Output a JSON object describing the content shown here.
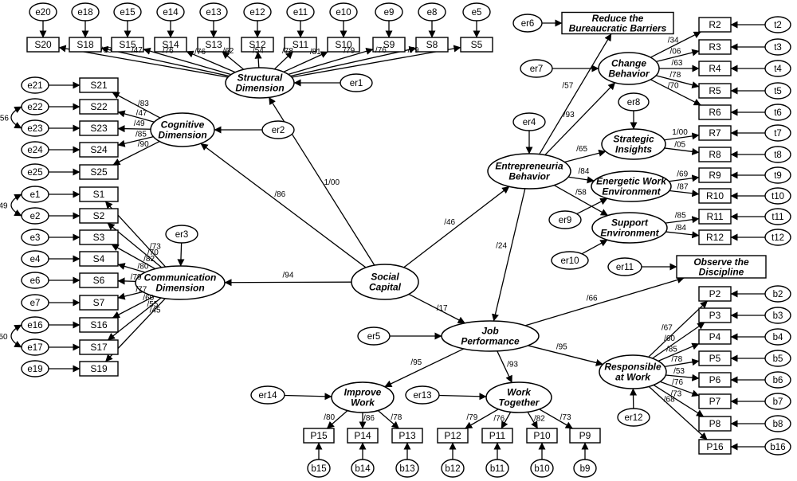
{
  "diagram": {
    "latents": [
      {
        "id": "SD",
        "lines": [
          "Structural",
          "Dimension"
        ]
      },
      {
        "id": "CD",
        "lines": [
          "Cognitive",
          "Dimension"
        ]
      },
      {
        "id": "CM",
        "lines": [
          "Communication",
          "Dimension"
        ]
      },
      {
        "id": "SC",
        "lines": [
          "Social",
          "Capital"
        ]
      },
      {
        "id": "EB",
        "lines": [
          "Entrepreneuria",
          "Behavior"
        ]
      },
      {
        "id": "JP",
        "lines": [
          "Job",
          "Performance"
        ]
      },
      {
        "id": "CB",
        "lines": [
          "Change",
          "Behavior"
        ]
      },
      {
        "id": "SI",
        "lines": [
          "Strategic",
          "Insights"
        ]
      },
      {
        "id": "EW",
        "lines": [
          "Energetic Work",
          "Environment"
        ]
      },
      {
        "id": "SE",
        "lines": [
          "Support",
          "Environment"
        ]
      },
      {
        "id": "IW",
        "lines": [
          "Improve",
          "Work"
        ]
      },
      {
        "id": "WT",
        "lines": [
          "Work",
          "Together"
        ]
      },
      {
        "id": "RW",
        "lines": [
          "Responsible",
          "at Work"
        ]
      }
    ],
    "text_boxes": [
      {
        "id": "RB",
        "lines": [
          "Reduce the",
          "Bureaucratic Barriers"
        ]
      },
      {
        "id": "OD",
        "lines": [
          "Observe the",
          "Discipline"
        ]
      }
    ],
    "indicators": [
      "S20",
      "S18",
      "S15",
      "S14",
      "S13",
      "S12",
      "S11",
      "S10",
      "S9",
      "S8",
      "S5",
      "S21",
      "S22",
      "S23",
      "S24",
      "S25",
      "S1",
      "S2",
      "S3",
      "S4",
      "S6",
      "S7",
      "S16",
      "S17",
      "S19",
      "R2",
      "R3",
      "R4",
      "R5",
      "R6",
      "R7",
      "R8",
      "R9",
      "R10",
      "R11",
      "R12",
      "P2",
      "P3",
      "P4",
      "P5",
      "P6",
      "P7",
      "P8",
      "P16",
      "P15",
      "P14",
      "P13",
      "P12",
      "P11",
      "P10",
      "P9"
    ],
    "errors": [
      "e20",
      "e18",
      "e15",
      "e14",
      "e13",
      "e12",
      "e11",
      "e10",
      "e9",
      "e8",
      "e5",
      "e21",
      "e22",
      "e23",
      "e24",
      "e25",
      "e1",
      "e2",
      "e3",
      "e4",
      "e6",
      "e7",
      "e16",
      "e17",
      "e19",
      "t2",
      "t3",
      "t4",
      "t5",
      "t6",
      "t7",
      "t8",
      "t9",
      "t10",
      "t11",
      "t12",
      "b2",
      "b3",
      "b4",
      "b5",
      "b6",
      "b7",
      "b8",
      "b16",
      "b15",
      "b14",
      "b13",
      "b12",
      "b11",
      "b10",
      "b9",
      "er1",
      "er2",
      "er3",
      "er4",
      "er5",
      "er6",
      "er7",
      "er8",
      "er9",
      "er10",
      "er11",
      "er12",
      "er13",
      "er14"
    ],
    "paths": [
      {
        "from": "SC",
        "to": "SD",
        "coef": "1/00"
      },
      {
        "from": "SC",
        "to": "CD",
        "coef": "/86"
      },
      {
        "from": "SC",
        "to": "CM",
        "coef": "/94"
      },
      {
        "from": "SC",
        "to": "EB",
        "coef": "/46"
      },
      {
        "from": "SC",
        "to": "JP",
        "coef": "/17"
      },
      {
        "from": "EB",
        "to": "JP",
        "coef": "/24"
      },
      {
        "from": "EB",
        "to": "RB",
        "coef": "/57"
      },
      {
        "from": "EB",
        "to": "CB",
        "coef": "/93"
      },
      {
        "from": "EB",
        "to": "SI",
        "coef": "/65"
      },
      {
        "from": "EB",
        "to": "EW",
        "coef": "/84"
      },
      {
        "from": "EB",
        "to": "SE",
        "coef": "/58"
      },
      {
        "from": "JP",
        "to": "OD",
        "coef": "/66"
      },
      {
        "from": "JP",
        "to": "RW",
        "coef": "/95"
      },
      {
        "from": "JP",
        "to": "IW",
        "coef": "/95"
      },
      {
        "from": "JP",
        "to": "WT",
        "coef": "/93"
      },
      {
        "from": "SD",
        "to": "S20",
        "coef": "/63"
      },
      {
        "from": "SD",
        "to": "S18",
        "coef": "/47"
      },
      {
        "from": "SD",
        "to": "S15",
        "coef": "/76"
      },
      {
        "from": "SD",
        "to": "S14",
        "coef": "/76"
      },
      {
        "from": "SD",
        "to": "S13",
        "coef": "/62"
      },
      {
        "from": "SD",
        "to": "S12",
        "coef": "/54"
      },
      {
        "from": "SD",
        "to": "S11",
        "coef": "/78"
      },
      {
        "from": "SD",
        "to": "S10",
        "coef": "/81"
      },
      {
        "from": "SD",
        "to": "S9",
        "coef": "/79"
      },
      {
        "from": "SD",
        "to": "S8",
        "coef": "/76"
      },
      {
        "from": "SD",
        "to": "S5",
        "coef": "/79"
      },
      {
        "from": "CD",
        "to": "S21",
        "coef": "/83"
      },
      {
        "from": "CD",
        "to": "S22",
        "coef": "/47"
      },
      {
        "from": "CD",
        "to": "S23",
        "coef": "/49"
      },
      {
        "from": "CD",
        "to": "S24",
        "coef": "/85"
      },
      {
        "from": "CD",
        "to": "S25",
        "coef": "/90"
      },
      {
        "from": "CM",
        "to": "S1",
        "coef": "/73"
      },
      {
        "from": "CM",
        "to": "S2",
        "coef": "/70"
      },
      {
        "from": "CM",
        "to": "S3",
        "coef": "/82"
      },
      {
        "from": "CM",
        "to": "S4",
        "coef": "/80"
      },
      {
        "from": "CM",
        "to": "S6",
        "coef": "/79"
      },
      {
        "from": "CM",
        "to": "S7",
        "coef": "/77"
      },
      {
        "from": "CM",
        "to": "S16",
        "coef": "/60"
      },
      {
        "from": "CM",
        "to": "S17",
        "coef": "/55"
      },
      {
        "from": "CM",
        "to": "S19",
        "coef": "/45"
      },
      {
        "from": "CB",
        "to": "R2",
        "coef": "/34"
      },
      {
        "from": "CB",
        "to": "R3",
        "coef": "/06"
      },
      {
        "from": "CB",
        "to": "R4",
        "coef": "/63"
      },
      {
        "from": "CB",
        "to": "R5",
        "coef": "/78"
      },
      {
        "from": "CB",
        "to": "R6",
        "coef": "/70"
      },
      {
        "from": "SI",
        "to": "R7",
        "coef": "1/00"
      },
      {
        "from": "SI",
        "to": "R8",
        "coef": "/05"
      },
      {
        "from": "EW",
        "to": "R9",
        "coef": "/69"
      },
      {
        "from": "EW",
        "to": "R10",
        "coef": "/87"
      },
      {
        "from": "SE",
        "to": "R11",
        "coef": "/85"
      },
      {
        "from": "SE",
        "to": "R12",
        "coef": "/84"
      },
      {
        "from": "RW",
        "to": "P2",
        "coef": "/67"
      },
      {
        "from": "RW",
        "to": "P3",
        "coef": "/60"
      },
      {
        "from": "RW",
        "to": "P4",
        "coef": "/85"
      },
      {
        "from": "RW",
        "to": "P5",
        "coef": "/78"
      },
      {
        "from": "RW",
        "to": "P6",
        "coef": "/53"
      },
      {
        "from": "RW",
        "to": "P7",
        "coef": "/76"
      },
      {
        "from": "RW",
        "to": "P8",
        "coef": "/73"
      },
      {
        "from": "RW",
        "to": "P16",
        "coef": "/68"
      },
      {
        "from": "IW",
        "to": "P15",
        "coef": "/80"
      },
      {
        "from": "IW",
        "to": "P14",
        "coef": "/86"
      },
      {
        "from": "IW",
        "to": "P13",
        "coef": "/78"
      },
      {
        "from": "WT",
        "to": "P12",
        "coef": "/79"
      },
      {
        "from": "WT",
        "to": "P11",
        "coef": "/76"
      },
      {
        "from": "WT",
        "to": "P10",
        "coef": "/82"
      },
      {
        "from": "WT",
        "to": "P9",
        "coef": "/73"
      }
    ],
    "error_links": [
      {
        "from": "e20",
        "to": "S20"
      },
      {
        "from": "e18",
        "to": "S18"
      },
      {
        "from": "e15",
        "to": "S15"
      },
      {
        "from": "e14",
        "to": "S14"
      },
      {
        "from": "e13",
        "to": "S13"
      },
      {
        "from": "e12",
        "to": "S12"
      },
      {
        "from": "e11",
        "to": "S11"
      },
      {
        "from": "e10",
        "to": "S10"
      },
      {
        "from": "e9",
        "to": "S9"
      },
      {
        "from": "e8",
        "to": "S8"
      },
      {
        "from": "e5",
        "to": "S5"
      },
      {
        "from": "e21",
        "to": "S21"
      },
      {
        "from": "e22",
        "to": "S22"
      },
      {
        "from": "e23",
        "to": "S23"
      },
      {
        "from": "e24",
        "to": "S24"
      },
      {
        "from": "e25",
        "to": "S25"
      },
      {
        "from": "e1",
        "to": "S1"
      },
      {
        "from": "e2",
        "to": "S2"
      },
      {
        "from": "e3",
        "to": "S3"
      },
      {
        "from": "e4",
        "to": "S4"
      },
      {
        "from": "e6",
        "to": "S6"
      },
      {
        "from": "e7",
        "to": "S7"
      },
      {
        "from": "e16",
        "to": "S16"
      },
      {
        "from": "e17",
        "to": "S17"
      },
      {
        "from": "e19",
        "to": "S19"
      },
      {
        "from": "t2",
        "to": "R2"
      },
      {
        "from": "t3",
        "to": "R3"
      },
      {
        "from": "t4",
        "to": "R4"
      },
      {
        "from": "t5",
        "to": "R5"
      },
      {
        "from": "t6",
        "to": "R6"
      },
      {
        "from": "t7",
        "to": "R7"
      },
      {
        "from": "t8",
        "to": "R8"
      },
      {
        "from": "t9",
        "to": "R9"
      },
      {
        "from": "t10",
        "to": "R10"
      },
      {
        "from": "t11",
        "to": "R11"
      },
      {
        "from": "t12",
        "to": "R12"
      },
      {
        "from": "b2",
        "to": "P2"
      },
      {
        "from": "b3",
        "to": "P3"
      },
      {
        "from": "b4",
        "to": "P4"
      },
      {
        "from": "b5",
        "to": "P5"
      },
      {
        "from": "b6",
        "to": "P6"
      },
      {
        "from": "b7",
        "to": "P7"
      },
      {
        "from": "b8",
        "to": "P8"
      },
      {
        "from": "b16",
        "to": "P16"
      },
      {
        "from": "b15",
        "to": "P15"
      },
      {
        "from": "b14",
        "to": "P14"
      },
      {
        "from": "b13",
        "to": "P13"
      },
      {
        "from": "b12",
        "to": "P12"
      },
      {
        "from": "b11",
        "to": "P11"
      },
      {
        "from": "b10",
        "to": "P10"
      },
      {
        "from": "b9",
        "to": "P9"
      },
      {
        "from": "er1",
        "to": "SD"
      },
      {
        "from": "er2",
        "to": "CD"
      },
      {
        "from": "er3",
        "to": "CM"
      },
      {
        "from": "er4",
        "to": "EB"
      },
      {
        "from": "er5",
        "to": "JP"
      },
      {
        "from": "er6",
        "to": "RB"
      },
      {
        "from": "er7",
        "to": "CB"
      },
      {
        "from": "er8",
        "to": "SI"
      },
      {
        "from": "er9",
        "to": "EW"
      },
      {
        "from": "er10",
        "to": "SE"
      },
      {
        "from": "er11",
        "to": "OD"
      },
      {
        "from": "er12",
        "to": "RW"
      },
      {
        "from": "er13",
        "to": "WT"
      },
      {
        "from": "er14",
        "to": "IW"
      }
    ],
    "covariances": [
      {
        "a": "e22",
        "b": "e23",
        "coef": "/56"
      },
      {
        "a": "e1",
        "b": "e2",
        "coef": "49"
      },
      {
        "a": "e16",
        "b": "e17",
        "coef": "50"
      }
    ]
  }
}
